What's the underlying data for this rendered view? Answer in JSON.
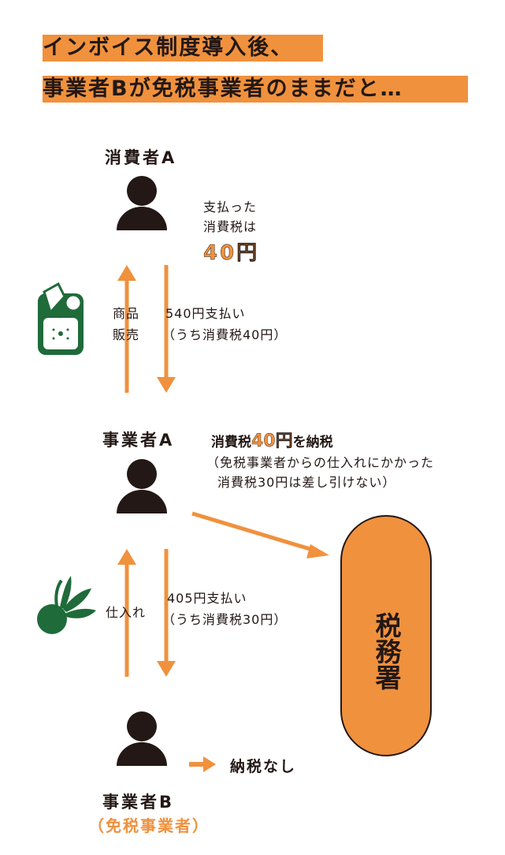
{
  "title": {
    "line1": "インボイス制度導入後、",
    "line2": "事業者Bが免税事業者のままだと…"
  },
  "consumer": {
    "label": "消費者A",
    "paid_line1": "支払った",
    "paid_line2": "消費税は",
    "paid_amount": "40円"
  },
  "sale": {
    "label_line1": "商品",
    "label_line2": "販売",
    "payment_line1": "540円支払い",
    "payment_line2": "（うち消費税40円）"
  },
  "business_a": {
    "label": "事業者A",
    "tax_prefix": "消費税",
    "tax_amount": "40円",
    "tax_suffix": "を納税",
    "note_line1": "（免税事業者からの仕入れにかかった",
    "note_line2": "消費税30円は差し引けない）"
  },
  "purchase": {
    "label": "仕入れ",
    "payment_line1": "405円支払い",
    "payment_line2": "（うち消費税30円）"
  },
  "business_b": {
    "label": "事業者B",
    "sublabel": "（免税事業者）",
    "no_tax": "納税なし"
  },
  "tax_office": {
    "label": "税務署"
  },
  "colors": {
    "accent": "#f0913d",
    "ink": "#231815",
    "icon_green": "#1f6b3a"
  }
}
